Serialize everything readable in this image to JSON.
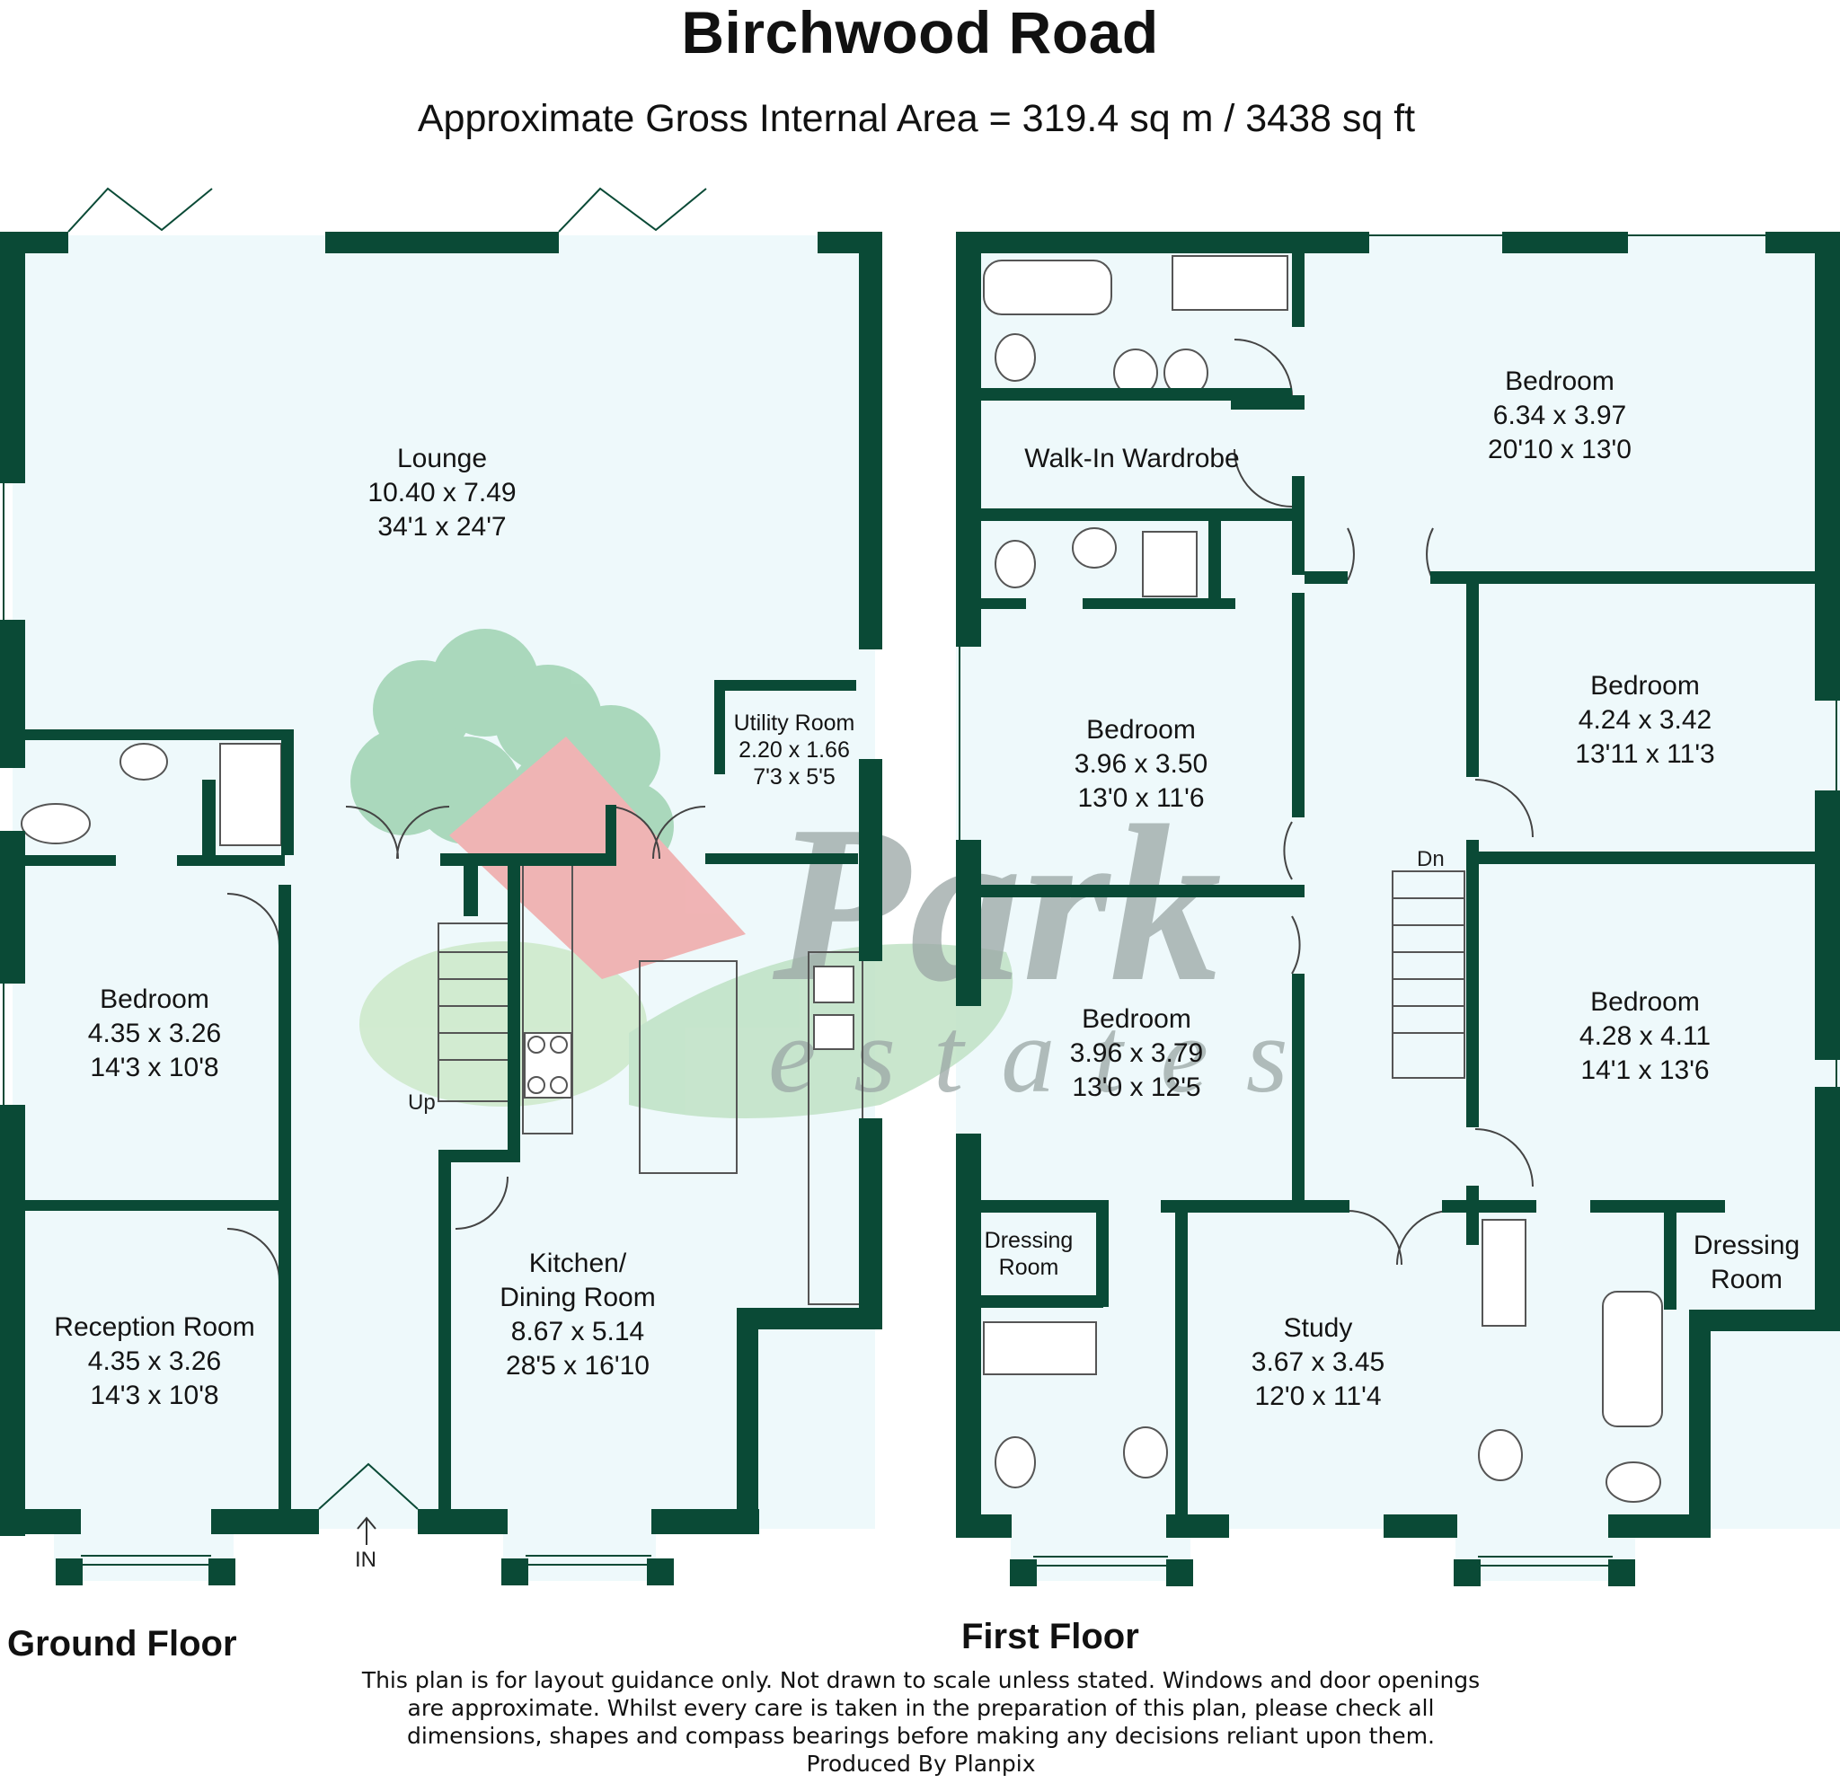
{
  "title": "Birchwood Road",
  "subtitle": "Approximate Gross Internal Area = 319.4 sq m / 3438 sq ft",
  "floors": {
    "ground": "Ground Floor",
    "first": "First Floor"
  },
  "rooms": {
    "lounge": {
      "name": "Lounge",
      "metric": "10.40 x 7.49",
      "imperial": "34'1 x 24'7"
    },
    "utility": {
      "name": "Utility Room",
      "metric": "2.20 x 1.66",
      "imperial": "7'3 x 5'5"
    },
    "gf_bedroom": {
      "name": "Bedroom",
      "metric": "4.35 x 3.26",
      "imperial": "14'3 x 10'8"
    },
    "reception": {
      "name": "Reception Room",
      "metric": "4.35 x 3.26",
      "imperial": "14'3 x 10'8"
    },
    "kitchen": {
      "name": "Kitchen/",
      "name2": "Dining Room",
      "metric": "8.67 x 5.14",
      "imperial": "28'5 x 16'10"
    },
    "bed_main": {
      "name": "Bedroom",
      "metric": "6.34 x 3.97",
      "imperial": "20'10 x 13'0"
    },
    "wardrobe": {
      "name": "Walk-In Wardrobe"
    },
    "bed_2": {
      "name": "Bedroom",
      "metric": "3.96 x 3.50",
      "imperial": "13'0 x 11'6"
    },
    "bed_3": {
      "name": "Bedroom",
      "metric": "4.24 x 3.42",
      "imperial": "13'11 x 11'3"
    },
    "bed_4": {
      "name": "Bedroom",
      "metric": "3.96 x 3.79",
      "imperial": "13'0 x 12'5"
    },
    "bed_5": {
      "name": "Bedroom",
      "metric": "4.28 x 4.11",
      "imperial": "14'1 x 13'6"
    },
    "dressing_1": {
      "name": "Dressing",
      "name2": "Room"
    },
    "dressing_2": {
      "name": "Dressing",
      "name2": "Room"
    },
    "study": {
      "name": "Study",
      "metric": "3.67 x 3.45",
      "imperial": "12'0 x 11'4"
    }
  },
  "stairs": {
    "up": "Up",
    "down": "Dn",
    "entrance": "IN"
  },
  "watermark": {
    "main": "Park",
    "sub": "e s t a t e s"
  },
  "colors": {
    "wall": "#0a4a36",
    "floor": "#eef9fb",
    "fixture_stroke": "#555555",
    "watermark_green": "#bfe2c4",
    "watermark_red": "#f0a8a8",
    "watermark_grey": "#9aa6a4"
  },
  "disclaimer": [
    "This plan is for layout guidance only. Not drawn to scale unless stated. Windows and door openings",
    "are approximate. Whilst every care is taken in the preparation of this plan, please check all",
    "dimensions, shapes and compass bearings before making any decisions reliant upon them.",
    "Produced By Planpix"
  ]
}
